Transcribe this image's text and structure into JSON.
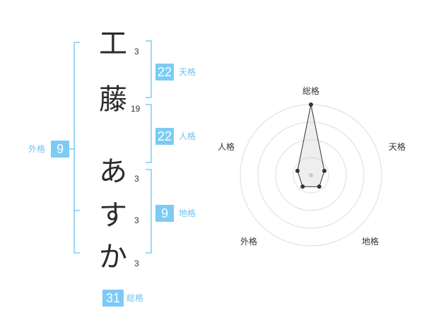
{
  "name": {
    "chars": [
      {
        "char": "工",
        "strokes": "3"
      },
      {
        "char": "藤",
        "strokes": "19"
      },
      {
        "char": "あ",
        "strokes": "3"
      },
      {
        "char": "す",
        "strokes": "3"
      },
      {
        "char": "か",
        "strokes": "3"
      }
    ]
  },
  "fortunes": {
    "tenkaku": {
      "value": "22",
      "label": "天格"
    },
    "jinkaku": {
      "value": "22",
      "label": "人格"
    },
    "chikaku": {
      "value": "9",
      "label": "地格"
    },
    "gaikaku": {
      "value": "9",
      "label": "外格"
    },
    "soukaku": {
      "value": "31",
      "label": "総格"
    }
  },
  "colors": {
    "accent": "#7ccbf5",
    "label": "#6fc3ef",
    "text": "#333333"
  },
  "chart_data": {
    "type": "radar",
    "axes": [
      "総格",
      "天格",
      "地格",
      "外格",
      "人格"
    ],
    "values": [
      5,
      1,
      1,
      1,
      1
    ],
    "max": 5,
    "rings": 4
  }
}
